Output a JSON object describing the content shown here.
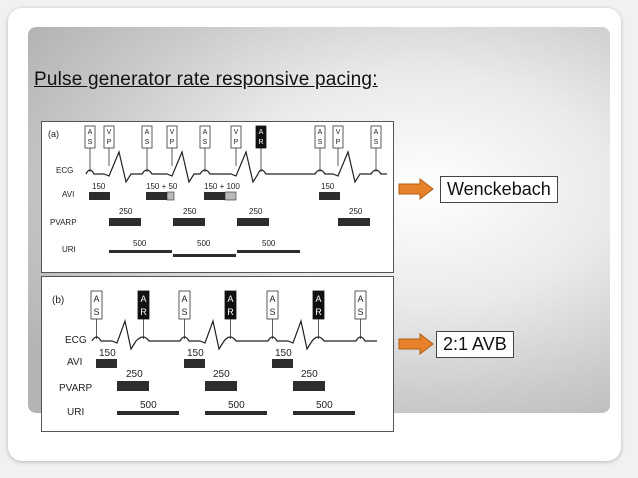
{
  "slide": {
    "title": "Pulse generator rate responsive pacing:"
  },
  "diagram_a": {
    "panel_label": "(a)",
    "row_labels": {
      "ecg": "ECG",
      "avi": "AVI",
      "pvarp": "PVARP",
      "uri": "URI"
    },
    "event_markers": [
      {
        "label": "AS",
        "highlight": false
      },
      {
        "label": "VP",
        "highlight": false
      },
      {
        "label": "AS",
        "highlight": false
      },
      {
        "label": "VP",
        "highlight": false
      },
      {
        "label": "AS",
        "highlight": false
      },
      {
        "label": "VP",
        "highlight": false
      },
      {
        "label": "AR",
        "highlight": true
      },
      {
        "label": "AS",
        "highlight": false
      },
      {
        "label": "VP",
        "highlight": false
      },
      {
        "label": "AS",
        "highlight": false
      }
    ],
    "avi_values": [
      "150",
      "150 + 50",
      "150 + 100",
      "150"
    ],
    "pvarp_values": [
      "250",
      "250",
      "250",
      "250"
    ],
    "uri_values": [
      "500",
      "500",
      "500"
    ],
    "result_label": "Wenckebach"
  },
  "diagram_b": {
    "panel_label": "(b)",
    "row_labels": {
      "ecg": "ECG",
      "avi": "AVI",
      "pvarp": "PVARP",
      "uri": "URI"
    },
    "event_markers": [
      {
        "label": "AS",
        "highlight": false
      },
      {
        "label": "AR",
        "highlight": true
      },
      {
        "label": "AS",
        "highlight": false
      },
      {
        "label": "AR",
        "highlight": true
      },
      {
        "label": "AS",
        "highlight": false
      },
      {
        "label": "AR",
        "highlight": true
      },
      {
        "label": "AS",
        "highlight": false
      }
    ],
    "avi_values": [
      "150",
      "150",
      "150"
    ],
    "pvarp_values": [
      "250",
      "250",
      "250"
    ],
    "uri_values": [
      "500",
      "500",
      "500"
    ],
    "result_label": "2:1 AVB"
  },
  "colors": {
    "arrow": "#e8822a",
    "arrow_stroke": "#b05e14",
    "bar": "#2d2d2d",
    "bar_extension": "#b9b9b9"
  }
}
